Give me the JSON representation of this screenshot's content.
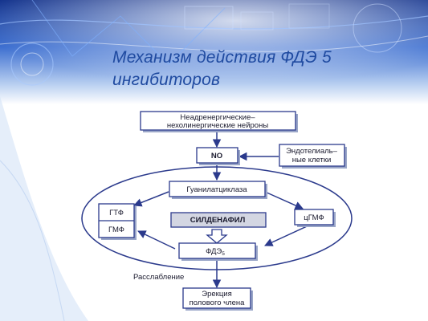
{
  "slide": {
    "title_line1": "Механизм действия ФДЭ 5",
    "title_line2": "ингибиторов"
  },
  "diagram": {
    "neurons_line1": "Неадренергические–",
    "neurons_line2": "нехолинергические нейроны",
    "no": "NO",
    "endothelial_line1": "Эндотелиаль–",
    "endothelial_line2": "ные клетки",
    "guanylate_cyclase": "Гуанилатциклаза",
    "gtp": "ГТФ",
    "gmp": "ГМФ",
    "sildenafil": "СИЛДЕНАФИЛ",
    "cgmp": "цГМФ",
    "pde5": "ФДЭ",
    "pde5_subscript": "5",
    "relaxation": "Расслабление",
    "erection_line1": "Эрекция",
    "erection_line2": "полового члена"
  },
  "colors": {
    "title": "#1f4aa0",
    "node_fill": "#ffffff",
    "node_stroke": "#2b3a8c",
    "shadow": "#9aa6c8",
    "arrow": "#2b3a8c",
    "sildenafil_fill": "#d3d6e2",
    "background_dark": "#0f2f8a",
    "background_light": "#c9dcf2"
  }
}
